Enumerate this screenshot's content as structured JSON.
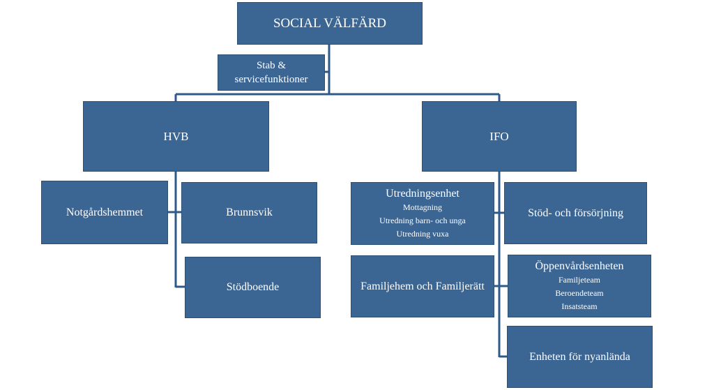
{
  "chart": {
    "root": "SOCIAL VÄLFÄRD",
    "staff": {
      "line1": "Stab &",
      "line2": "servicefunktioner"
    },
    "hvb": {
      "title": "HVB",
      "units": [
        "Notgårdshemmet",
        "Brunnsvik",
        "Stödboende"
      ]
    },
    "ifo": {
      "title": "IFO",
      "utredning": {
        "title": "Utredningsenhet",
        "items": [
          "Mottagning",
          "Utredning barn- och unga",
          "Utredning vuxa"
        ]
      },
      "familjehem": "Familjehem och Familjerätt",
      "stod": "Stöd- och försörjning",
      "oppenvard": {
        "title": "Öppenvårdsenheten",
        "items": [
          "Familjeteam",
          "Beroendeteam",
          "Insatsteam"
        ]
      },
      "nyanlanda": "Enheten för nyanlända"
    }
  },
  "colors": {
    "box": "#3b6593",
    "line": "#2e5a8a",
    "text": "#ffffff"
  }
}
